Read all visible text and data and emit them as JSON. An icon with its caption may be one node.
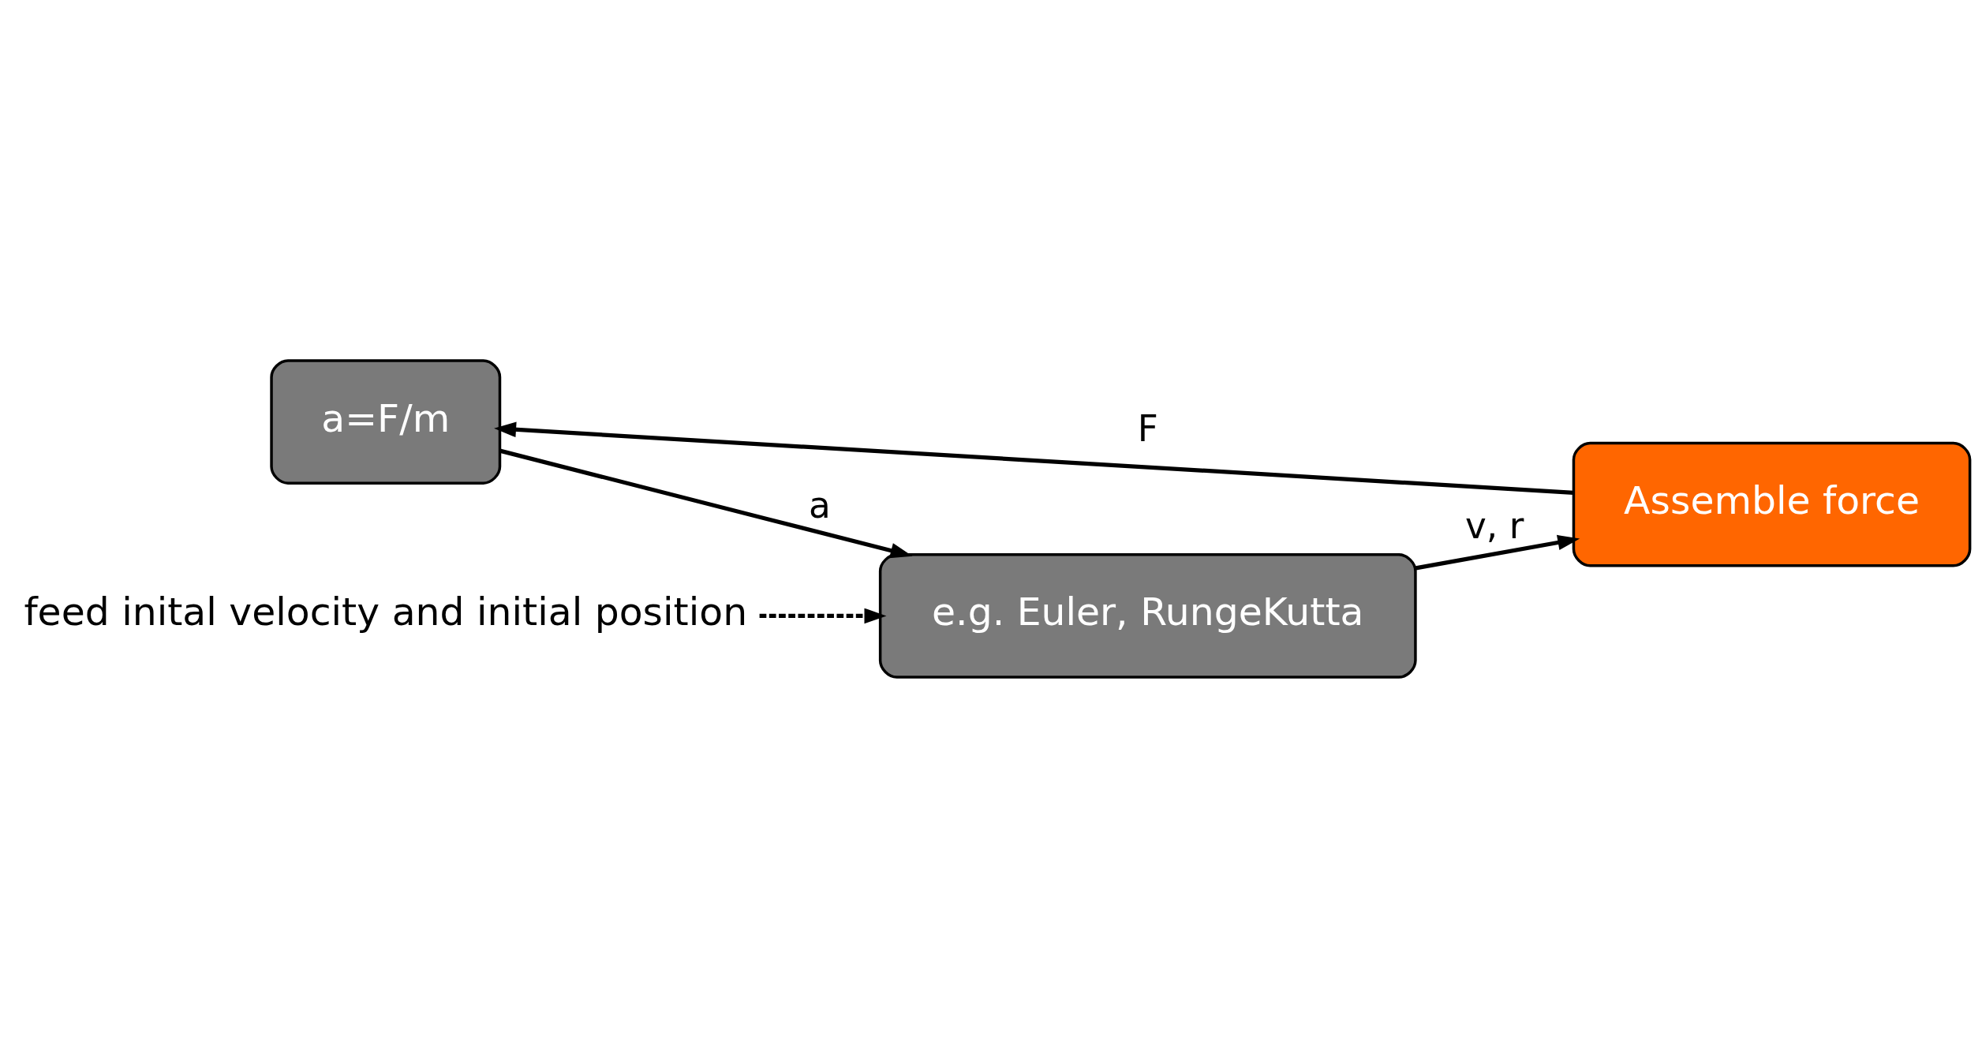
{
  "diagram": {
    "nodes": [
      {
        "text": [
          "a=F/m"
        ]
      },
      {
        "text": [
          "e.g. Euler, RungeKutta"
        ]
      },
      {
        "text": [
          "Assemble force"
        ]
      },
      {
        "text": [
          "feed inital velocity and initial position"
        ]
      }
    ],
    "edges": [
      {
        "from": 0,
        "to": 1,
        "arrow": "to",
        "label": "a"
      },
      {
        "from": 1,
        "to": 2,
        "arrow": "to",
        "label": "v, r"
      },
      {
        "from": 2,
        "to": 0,
        "arrow": "to",
        "label": "F"
      },
      {
        "from": 3,
        "to": 1,
        "arrow": "to",
        "style": "dashed"
      }
    ]
  }
}
